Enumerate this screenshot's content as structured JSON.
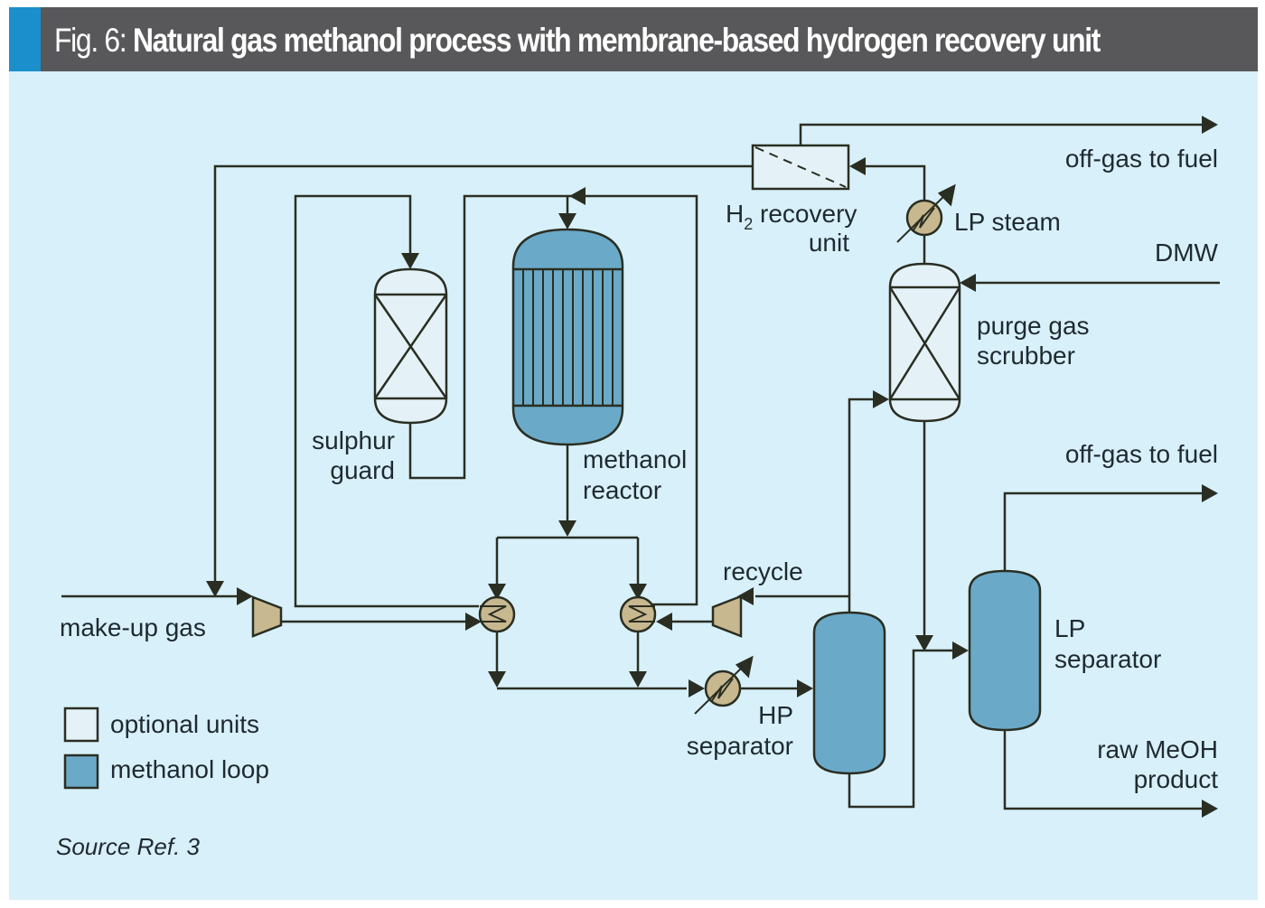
{
  "figure": {
    "prefix": "Fig. 6: ",
    "title": "Natural gas methanol process with membrane-based hydrogen recovery unit",
    "source": "Source Ref. 3"
  },
  "colors": {
    "header_bg": "#58585a",
    "header_accent": "#1a8fcb",
    "canvas_bg": "#d8f0fa",
    "optional_unit_fill": "#e4f2f8",
    "methanol_loop_fill": "#6aaac8",
    "equipment_tan": "#c8b890",
    "line": "#2a2e22"
  },
  "units": {
    "h2_recovery": {
      "line1": "H",
      "sub": "2",
      "line1_rest": " recovery",
      "line2": "unit"
    },
    "sulphur_guard": {
      "line1": "sulphur",
      "line2": "guard"
    },
    "methanol_reactor": {
      "line1": "methanol",
      "line2": "reactor"
    },
    "purge_gas_scrubber": {
      "line1": "purge gas",
      "line2": "scrubber"
    },
    "hp_separator": {
      "line1": "HP",
      "line2": "separator"
    },
    "lp_separator": {
      "line1": "LP",
      "line2": "separator"
    }
  },
  "streams": {
    "offgas_top": "off-gas to fuel",
    "lp_steam": "LP steam",
    "dmw": "DMW",
    "offgas_mid": "off-gas to fuel",
    "recycle": "recycle",
    "makeup_gas": "make-up gas",
    "raw_meoh_line1": "raw MeOH",
    "raw_meoh_line2": "product"
  },
  "legend": [
    {
      "label": "optional units",
      "kind": "optional"
    },
    {
      "label": "methanol loop",
      "kind": "loop"
    }
  ]
}
